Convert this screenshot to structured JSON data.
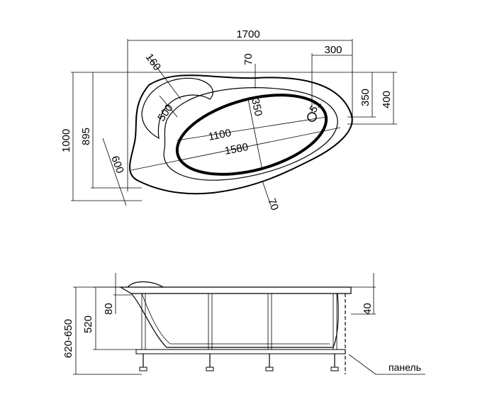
{
  "top_view": {
    "dims": {
      "overall_length": "1700",
      "overall_depth": "1000",
      "inner_depth": "895",
      "headrest_radius": "160",
      "rim_offset_top": "70",
      "drain_offset_x": "300",
      "drain_offset_y": "350",
      "drain_offset_y2": "400",
      "backrest_width": "500",
      "bowl_width": "350",
      "drain_diameter": "51",
      "bowl_length": "1100",
      "basin_length": "1580",
      "end_width": "600",
      "rim_offset_bottom": "70"
    }
  },
  "side_view": {
    "dims": {
      "total_height": "620-650",
      "tub_height": "520",
      "rim_thickness": "80",
      "rim_right": "40"
    },
    "panel_label": "панель"
  }
}
